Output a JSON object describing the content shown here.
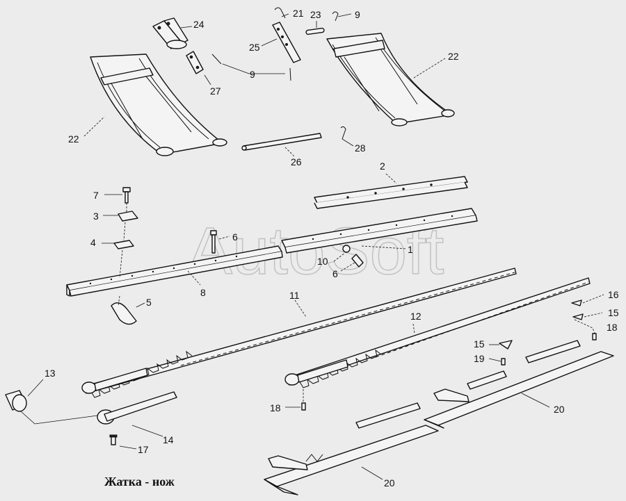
{
  "title": "Жатка - нож",
  "watermark": "AutoSoft",
  "callouts": [
    "21",
    "23",
    "9",
    "24",
    "25",
    "22",
    "9",
    "27",
    "22",
    "26",
    "28",
    "2",
    "7",
    "3",
    "6",
    "4",
    "1",
    "10",
    "6",
    "8",
    "5",
    "11",
    "16",
    "15",
    "18",
    "12",
    "13",
    "15",
    "19",
    "18",
    "20",
    "14",
    "17",
    "20"
  ]
}
